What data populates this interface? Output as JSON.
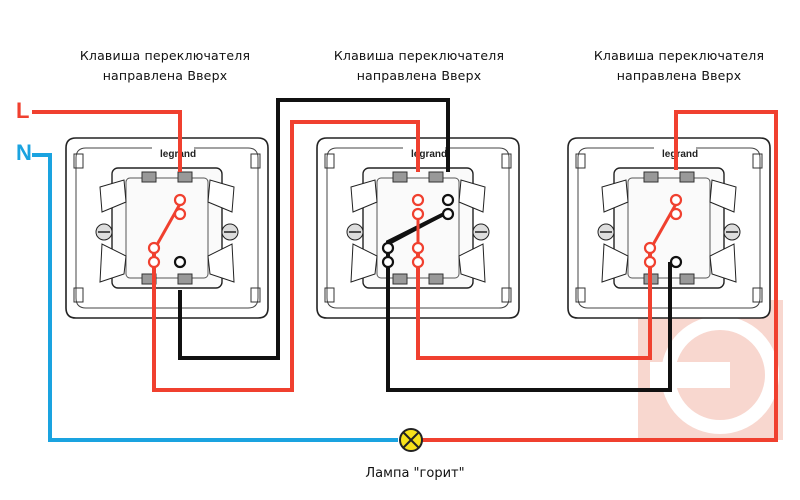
{
  "captions": [
    {
      "line1": "Клавиша переключателя",
      "line2": "направлена Вверх"
    },
    {
      "line1": "Клавиша переключателя",
      "line2": "направлена Вверх"
    },
    {
      "line1": "Клавиша переключателя",
      "line2": "направлена Вверх"
    }
  ],
  "labels": {
    "phase": "L",
    "neutral": "N"
  },
  "lamp": {
    "caption": "Лампа \"горит\""
  },
  "brand": "legrand",
  "colors": {
    "phase": "#f0402f",
    "neutral": "#1aa3e0",
    "traveler": "#111111",
    "watermark": "#f3b7a8"
  }
}
